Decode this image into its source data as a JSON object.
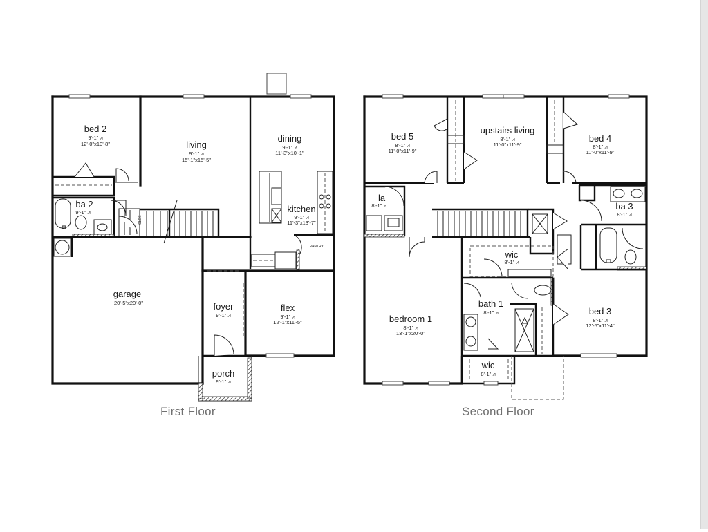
{
  "floors": [
    {
      "label": "First Floor",
      "rooms": [
        {
          "name": "bed 2",
          "ceiling": "9'-1\" ⩘",
          "size": "12'-0\"x10'-8\""
        },
        {
          "name": "living",
          "ceiling": "9'-1\" ⩘",
          "size": "15'-1\"x15'-5\""
        },
        {
          "name": "dining",
          "ceiling": "9'-1\" ⩘",
          "size": "11'-3\"x10'-1\""
        },
        {
          "name": "kitchen",
          "ceiling": "9'-1\" ⩘",
          "size": "11'-3\"x13'-7\""
        },
        {
          "name": "ba 2",
          "ceiling": "9'-1\" ⩘",
          "size": ""
        },
        {
          "name": "garage",
          "ceiling": "",
          "size": "20'-5\"x20'-0\""
        },
        {
          "name": "foyer",
          "ceiling": "9'-1\" ⩘",
          "size": ""
        },
        {
          "name": "flex",
          "ceiling": "9'-1\" ⩘",
          "size": "12'-1\"x11'-5\""
        },
        {
          "name": "porch",
          "ceiling": "9'-1\" ⩘",
          "size": ""
        }
      ],
      "small_labels": {
        "pantry": "PANTRY",
        "closet": "CLOS"
      }
    },
    {
      "label": "Second Floor",
      "rooms": [
        {
          "name": "bed 5",
          "ceiling": "8'-1\" ⩘",
          "size": "11'-0\"x11'-9\""
        },
        {
          "name": "upstairs living",
          "ceiling": "8'-1\" ⩘",
          "size": "11'-0\"x11'-9\""
        },
        {
          "name": "bed 4",
          "ceiling": "8'-1\" ⩘",
          "size": "11'-0\"x11'-9\""
        },
        {
          "name": "la",
          "ceiling": "8'-1\" ⩘",
          "size": ""
        },
        {
          "name": "ba 3",
          "ceiling": "8'-1\" ⩘",
          "size": ""
        },
        {
          "name": "wic",
          "ceiling": "8'-1\" ⩘",
          "size": ""
        },
        {
          "name": "bath 1",
          "ceiling": "8'-1\" ⩘",
          "size": ""
        },
        {
          "name": "bedroom 1",
          "ceiling": "8'-1\" ⩘",
          "size": "13'-1\"x20'-0\""
        },
        {
          "name": "bed 3",
          "ceiling": "8'-1\" ⩘",
          "size": "12'-5\"x11'-4\""
        },
        {
          "name": "wic",
          "ceiling": "8'-1\" ⩘",
          "size": ""
        }
      ]
    }
  ]
}
